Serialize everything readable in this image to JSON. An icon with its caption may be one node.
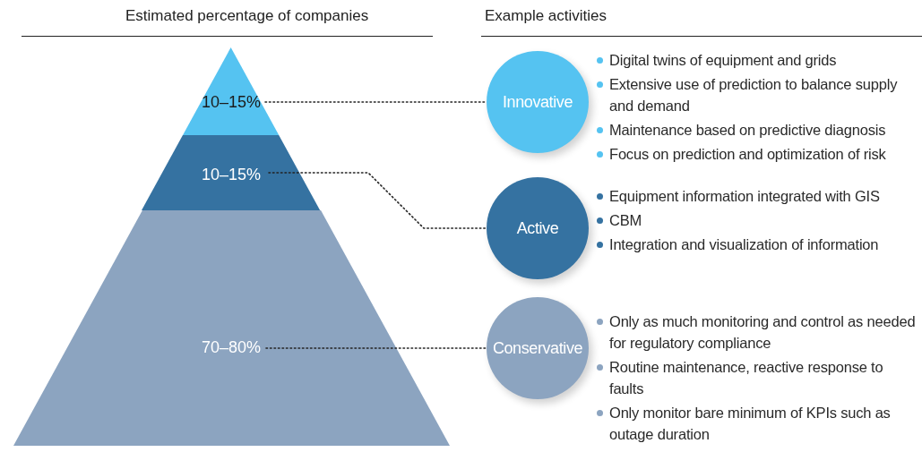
{
  "diagram": {
    "nodes": [
      {
        "text": [
          "10–15%"
        ]
      },
      {
        "text": [
          "10–15%"
        ]
      },
      {
        "text": [
          "70–80%"
        ]
      },
      {
        "text": [
          "Innovative"
        ],
        "beside": [
          "Digital twins of equipment and grids",
          "Extensive use of prediction to balance supply and demand",
          "Maintenance based on predictive diagnosis",
          "Focus on prediction and optimization of risk"
        ]
      },
      {
        "text": [
          "Active"
        ],
        "beside": [
          "Equipment information integrated with GIS",
          "CBM",
          "Integration and visualization of information"
        ]
      },
      {
        "text": [
          "Conservative"
        ],
        "beside": [
          "Only as much monitoring and control as needed for regulatory compliance",
          "Routine maintenance, reactive response to faults",
          "Only monitor bare minimum of KPIs such as outage duration"
        ]
      }
    ],
    "edges": [
      {
        "from": 0,
        "to": 3,
        "arrow": "none",
        "style": "dashed"
      },
      {
        "from": 1,
        "to": 4,
        "arrow": "none",
        "style": "dashed"
      },
      {
        "from": 2,
        "to": 5,
        "arrow": "none",
        "style": "dashed"
      }
    ],
    "labels": [
      "Estimated percentage of companies",
      "Example activities"
    ]
  }
}
